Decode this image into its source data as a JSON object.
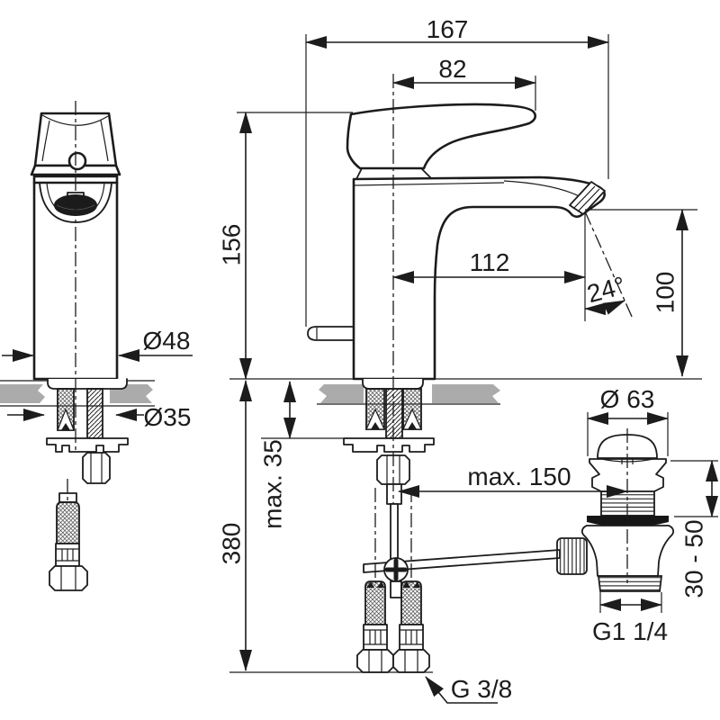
{
  "drawing": {
    "subject": "single-lever basin mixer technical dimension drawing with pop-up waste",
    "colors": {
      "line": "#1c1c1c",
      "counter_fill": "#ababab",
      "background": "#ffffff",
      "aerator_fill": "#1b1b1b"
    },
    "views": {
      "front": "faucet front view",
      "side": "faucet side view with lever and spout",
      "mounting": "below-deck supply hoses, clamp bracket and nuts",
      "waste": "pop-up waste drain assembly with pivot rod"
    },
    "dimensions": {
      "total_depth": "167",
      "handle_length": "82",
      "height": "156",
      "spout_reach": "112",
      "spout_angle": "24°",
      "outlet_height": "100",
      "base_diameter": "Ø48",
      "mounting_hole_diameter": "Ø35",
      "max_deck_thickness": "max. 35",
      "install_depth": "380",
      "rod_length": "max. 150",
      "waste_flange_diameter": "Ø 63",
      "waste_adjust_range": "30 - 50",
      "waste_thread": "G1 1/4",
      "supply_thread": "G 3/8"
    }
  }
}
